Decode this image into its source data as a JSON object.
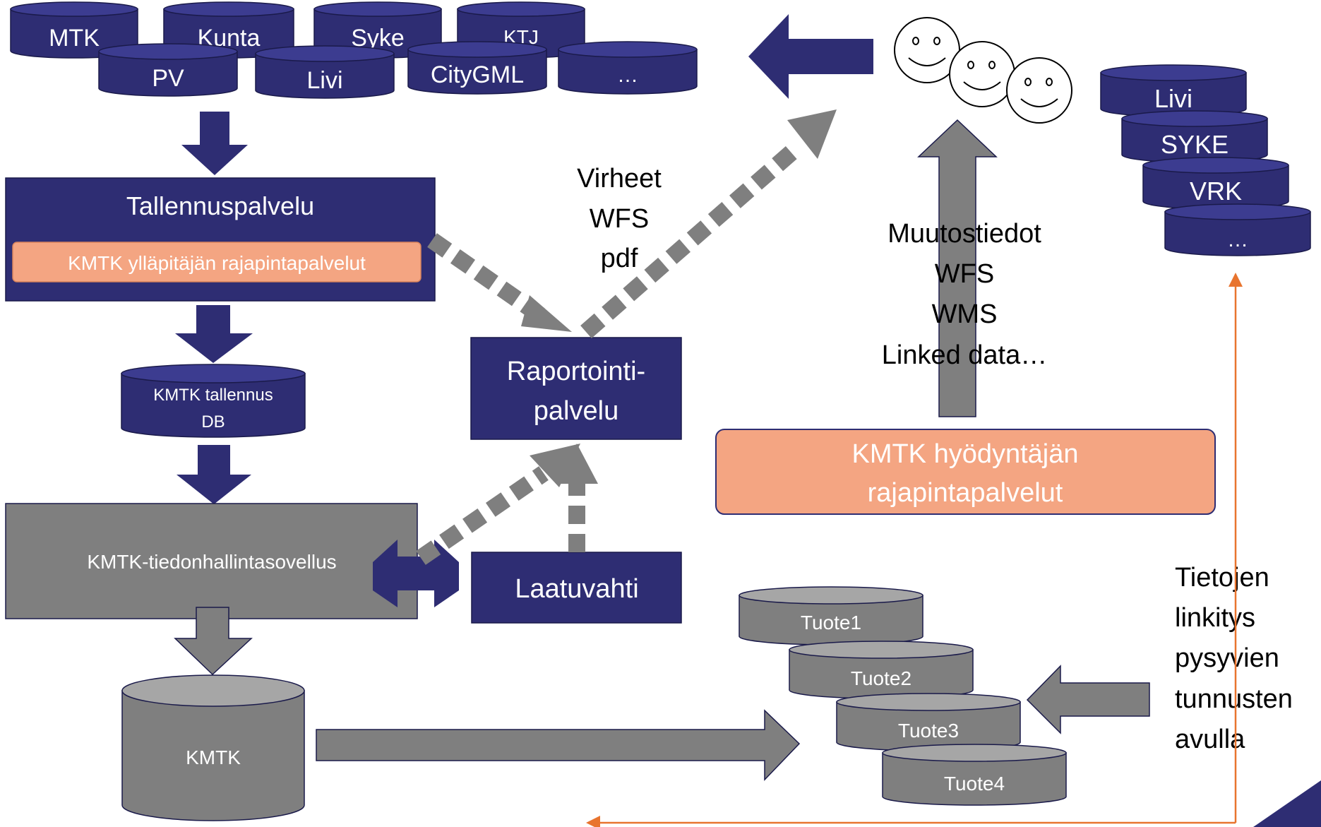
{
  "colors": {
    "navy": "#2e2d73",
    "navy_top": "#3c3c90",
    "grey": "#7f7f7f",
    "grey_top": "#a6a6a6",
    "salmon": "#f4a582",
    "orange": "#e8742e",
    "white": "#ffffff",
    "black": "#000000"
  },
  "sources": {
    "row1": [
      "MTK",
      "Kunta",
      "Syke",
      "KTJ"
    ],
    "row2": [
      "PV",
      "Livi",
      "CityGML",
      "…"
    ]
  },
  "right_sources": [
    "Livi",
    "SYKE",
    "VRK",
    "…"
  ],
  "tallennuspalvelu": {
    "title": "Tallennuspalvelu",
    "inner": "KMTK ylläpitäjän rajapintapalvelut"
  },
  "db": {
    "line1": "KMTK tallennus",
    "line2": "DB"
  },
  "raportointi": {
    "line1": "Raportointi-",
    "line2": "palvelu"
  },
  "tiedonhallinta": "KMTK-tiedonhallintasovellus",
  "laatuvahti": "Laatuvahti",
  "kmtk": "KMTK",
  "hyodyntaja": {
    "line1": "KMTK hyödyntäjän",
    "line2": "rajapintapalvelut"
  },
  "virheet_text": [
    "Virheet",
    "WFS",
    "pdf"
  ],
  "muutos_text": [
    "Muutostiedot",
    "WFS",
    "WMS",
    "Linked data…"
  ],
  "products": [
    "Tuote1",
    "Tuote2",
    "Tuote3",
    "Tuote4"
  ],
  "linkitys_text": [
    "Tietojen",
    "linkitys",
    "pysyvien",
    "tunnusten",
    "avulla"
  ],
  "icons": {
    "users": "smiley-face-icon"
  }
}
